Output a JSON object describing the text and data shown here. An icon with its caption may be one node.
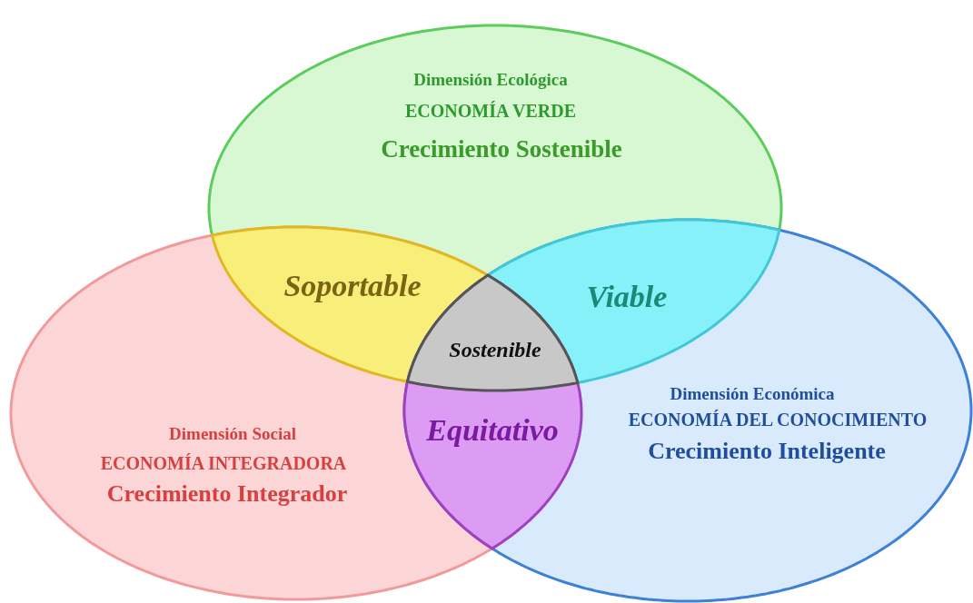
{
  "diagram": {
    "nodes": [
      {
        "text": [
          "Dimensión Ecológica",
          "ECONOMÍA VERDE",
          "Crecimiento Sostenible"
        ]
      },
      {
        "text": [
          "Dimensión Social",
          "ECONOMÍA INTEGRADORA",
          "Crecimiento Integrador"
        ]
      },
      {
        "text": [
          "Dimensión Económica",
          "ECONOMÍA DEL CONOCIMIENTO",
          "Crecimiento Inteligente"
        ]
      },
      {
        "text": [
          "Soportable"
        ]
      },
      {
        "text": [
          "Viable"
        ]
      },
      {
        "text": [
          "Sostenible"
        ]
      },
      {
        "text": [
          "Equitativo"
        ]
      }
    ]
  }
}
